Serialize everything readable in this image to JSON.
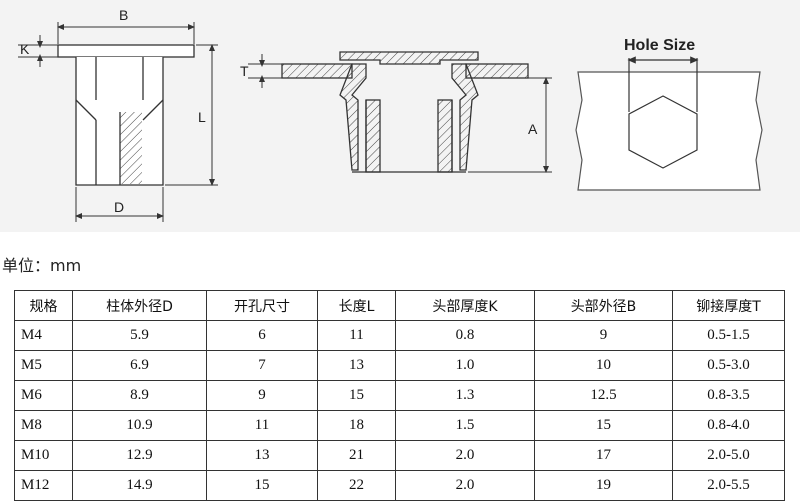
{
  "drawing": {
    "dim_labels": {
      "B": "B",
      "K": "K",
      "L": "L",
      "D": "D",
      "T": "T",
      "A": "A"
    },
    "hole_size_label": "Hole Size"
  },
  "unit_label": "单位：mm",
  "table": {
    "headers": [
      "规格",
      "柱体外径D",
      "开孔尺寸",
      "长度L",
      "头部厚度K",
      "头部外径B",
      "铆接厚度T"
    ],
    "rows": [
      [
        "M4",
        "5.9",
        "6",
        "11",
        "0.8",
        "9",
        "0.5-1.5"
      ],
      [
        "M5",
        "6.9",
        "7",
        "13",
        "1.0",
        "10",
        "0.5-3.0"
      ],
      [
        "M6",
        "8.9",
        "9",
        "15",
        "1.3",
        "12.5",
        "0.8-3.5"
      ],
      [
        "M8",
        "10.9",
        "11",
        "18",
        "1.5",
        "15",
        "0.8-4.0"
      ],
      [
        "M10",
        "12.9",
        "13",
        "21",
        "2.0",
        "17",
        "2.0-5.0"
      ],
      [
        "M12",
        "14.9",
        "15",
        "22",
        "2.0",
        "19",
        "2.0-5.5"
      ]
    ]
  }
}
